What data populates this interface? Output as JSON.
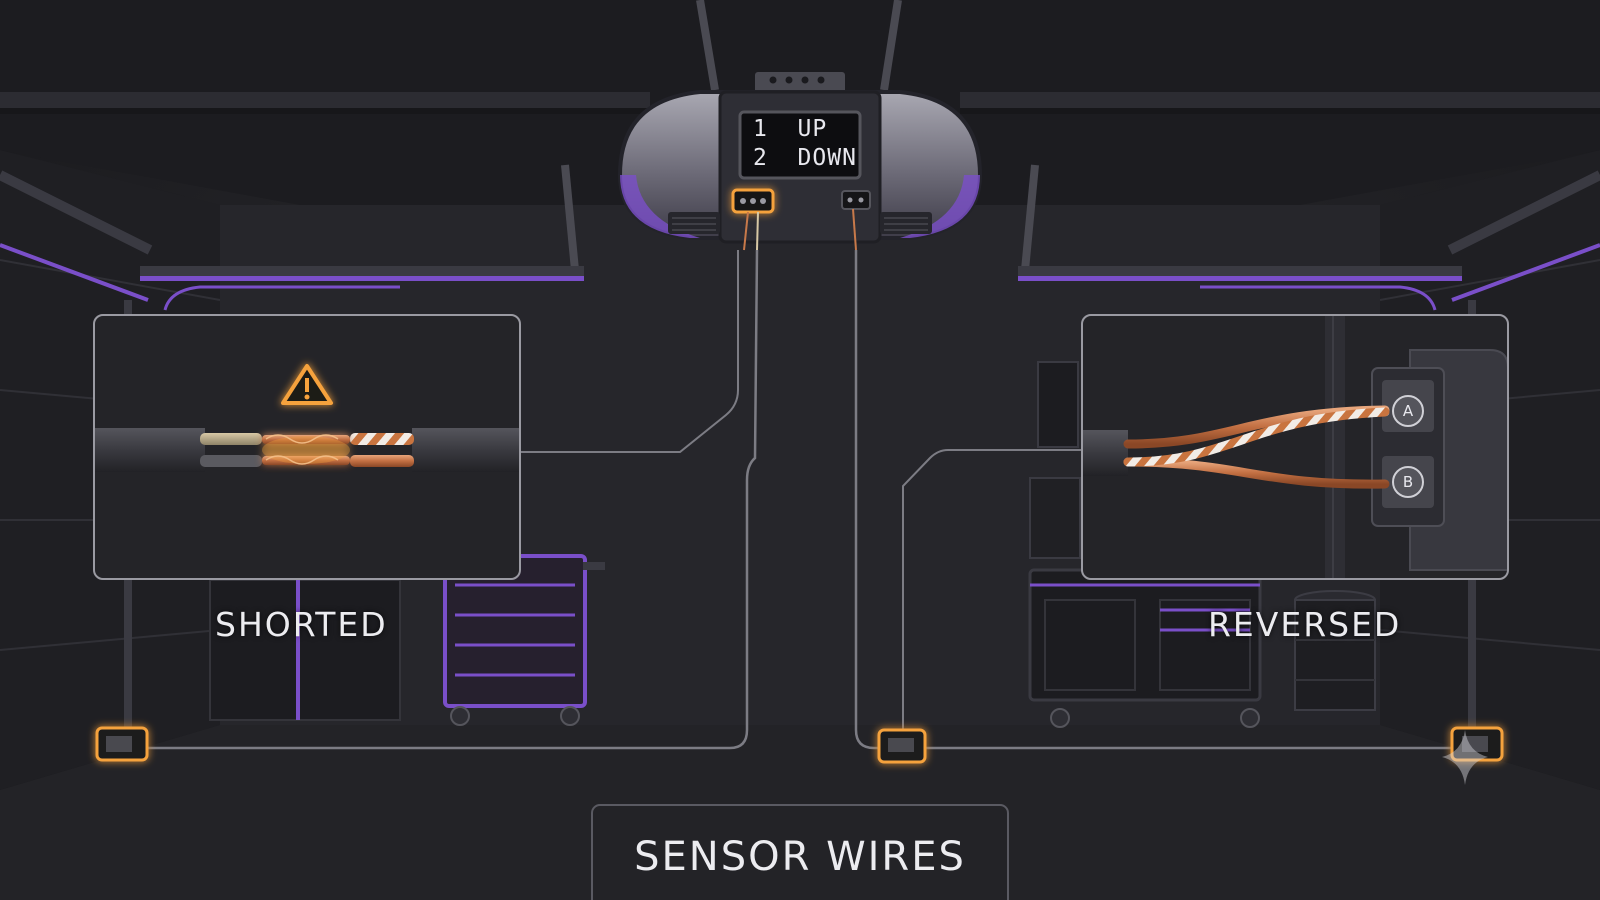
{
  "opener": {
    "display": {
      "line1": "1  UP",
      "line2": "2  DOWN"
    }
  },
  "panels": {
    "left": {
      "label": "SHORTED",
      "icon": "warning-icon"
    },
    "right": {
      "label": "REVERSED",
      "terminals": [
        {
          "id": "A"
        },
        {
          "id": "B"
        }
      ]
    }
  },
  "title": "SENSOR WIRES",
  "colors": {
    "accent_orange": "#f5a23c",
    "accent_purple": "#7a4fc9",
    "copper": "#c7794a",
    "background": "#202024"
  }
}
